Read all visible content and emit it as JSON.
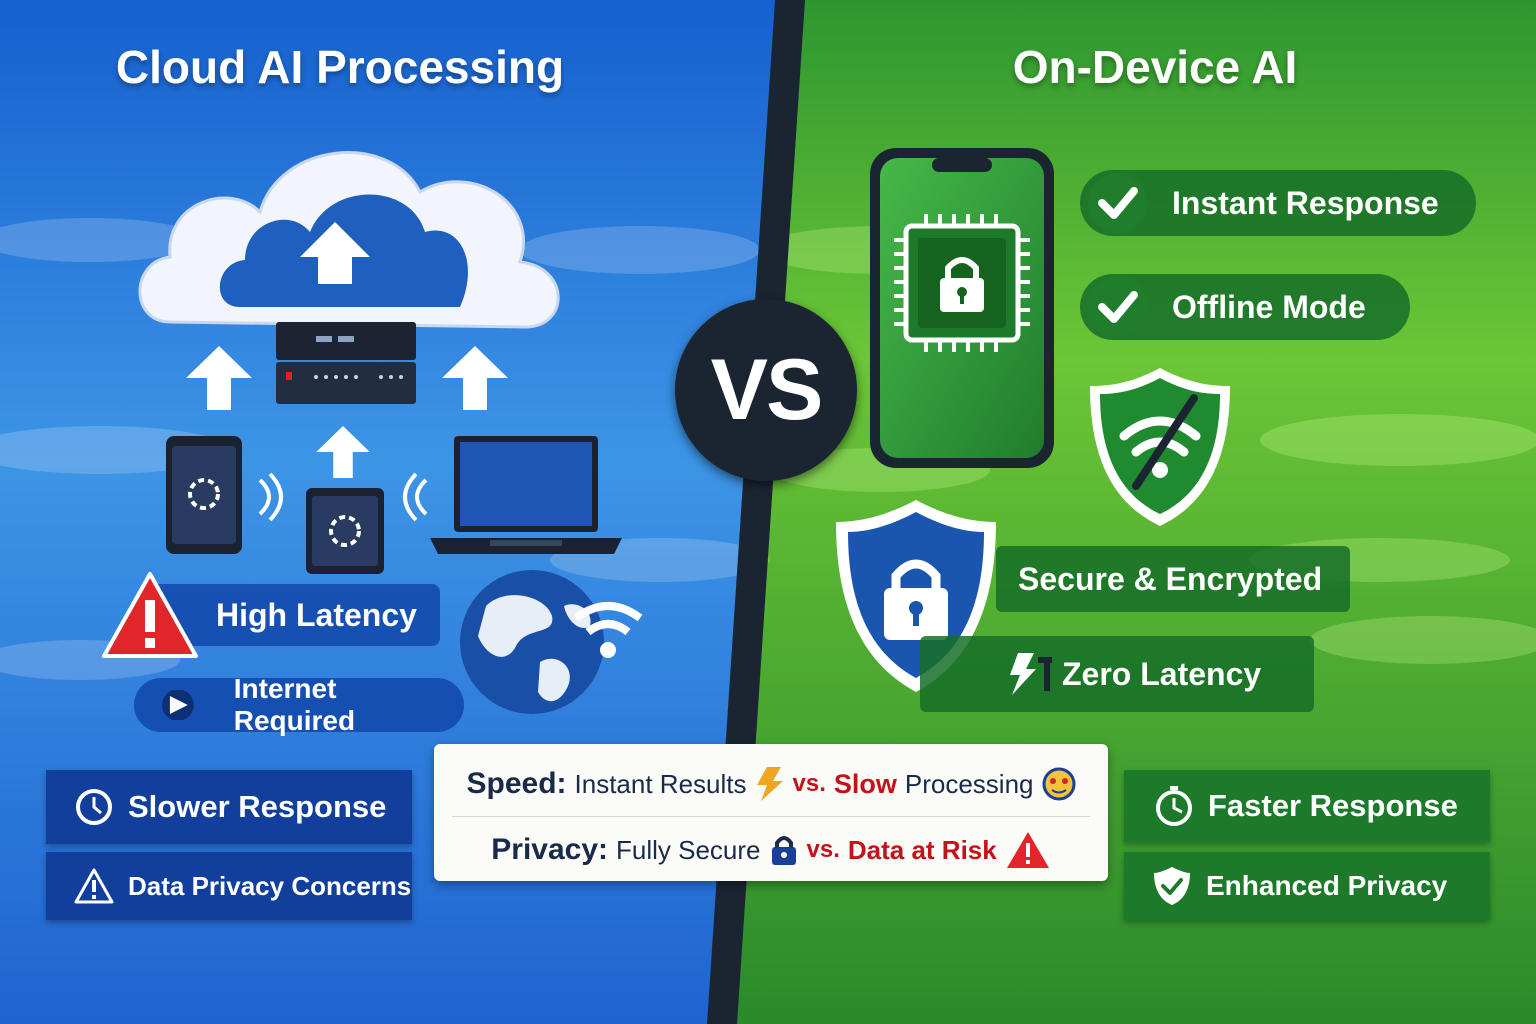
{
  "left_title": "Cloud AI Processing",
  "right_title": "On-Device AI",
  "vs_label": "VS",
  "left_pills": {
    "latency": "High Latency",
    "internet": "Internet Required"
  },
  "left_boxes": {
    "response": "Slower Response",
    "privacy": "Data Privacy Concerns"
  },
  "right_pills": {
    "instant": "Instant Response",
    "offline": "Offline Mode",
    "secure": "Secure & Encrypted",
    "zero": "Zero Latency"
  },
  "right_boxes": {
    "response": "Faster Response",
    "privacy": "Enhanced Privacy"
  },
  "comparison": {
    "speed_label": "Speed:",
    "speed_good": "Instant Results",
    "speed_vs": "vs.",
    "speed_bad_1": "Slow",
    "speed_bad_2": "Processing",
    "privacy_label": "Privacy:",
    "privacy_good": "Fully Secure",
    "privacy_vs": "vs.",
    "privacy_bad": "Data at Risk"
  },
  "colors": {
    "cloud_blue": "#1e6fd8",
    "device_green": "#3aa83a",
    "divider": "#1b2532",
    "warning_red": "#d42a2a"
  }
}
